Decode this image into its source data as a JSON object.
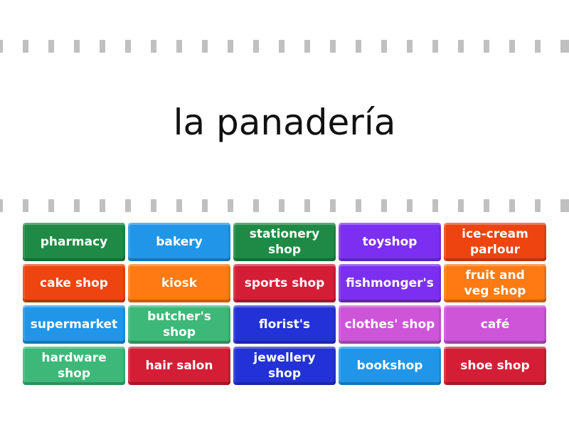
{
  "prompt": "la panadería",
  "tiles": [
    {
      "label": "pharmacy",
      "color": "#1f8a45"
    },
    {
      "label": "bakery",
      "color": "#2196e8"
    },
    {
      "label": "stationery\nshop",
      "color": "#1f8a45"
    },
    {
      "label": "toyshop",
      "color": "#7b2ff0"
    },
    {
      "label": "ice-cream\nparlour",
      "color": "#ee4410"
    },
    {
      "label": "cake shop",
      "color": "#ee4410"
    },
    {
      "label": "kiosk",
      "color": "#ff7a12"
    },
    {
      "label": "sports shop",
      "color": "#d41e36"
    },
    {
      "label": "fishmonger's",
      "color": "#7b2ff0"
    },
    {
      "label": "fruit and\nveg shop",
      "color": "#ff7a12"
    },
    {
      "label": "supermarket",
      "color": "#2196e8"
    },
    {
      "label": "butcher's\nshop",
      "color": "#3db878"
    },
    {
      "label": "florist's",
      "color": "#2332d6"
    },
    {
      "label": "clothes' shop",
      "color": "#cc55d8"
    },
    {
      "label": "café",
      "color": "#cc55d8"
    },
    {
      "label": "hardware\nshop",
      "color": "#3db878"
    },
    {
      "label": "hair salon",
      "color": "#d41e36"
    },
    {
      "label": "jewellery\nshop",
      "color": "#2332d6"
    },
    {
      "label": "bookshop",
      "color": "#2196e8"
    },
    {
      "label": "shoe shop",
      "color": "#d41e36"
    }
  ]
}
